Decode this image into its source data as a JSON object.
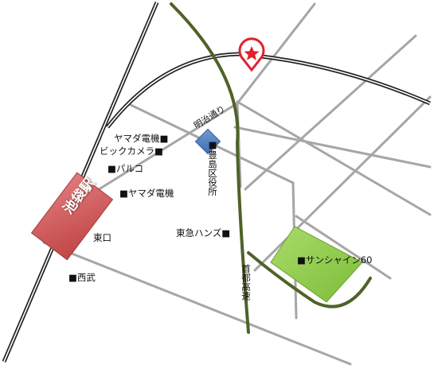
{
  "colors": {
    "road": "#a6a6a6",
    "expressway": "#4f6228",
    "railway": "#222222",
    "station_fill": "#d2595a",
    "sunshine_fill": "#92d050",
    "ward_office_fill": "#4f81bd",
    "pin": "#e0202a"
  },
  "station": {
    "name": "池袋駅"
  },
  "roads": {
    "meiji_dori": "明治通り",
    "shuto_kosoku": "首都高速"
  },
  "landmarks": {
    "yamada_denki_1": "ヤマダ電機■",
    "bic_camera": "ビックカメラ■",
    "parco": "■パルコ",
    "yamada_denki_2": "■ヤマダ電機",
    "higashiguchi": "東口",
    "seibu": "■西武",
    "tokyu_hands": "東急ハンズ■",
    "toshima_ward_office": "■豊島区役所",
    "sunshine60": "■サンシャイン60"
  },
  "icons": {
    "destination": "star-pin-icon"
  }
}
